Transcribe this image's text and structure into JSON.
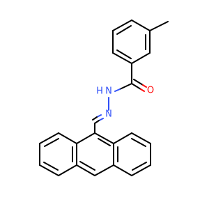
{
  "molecule": {
    "atoms": [
      {
        "symbol": "N",
        "color": "#3050F8"
      },
      {
        "symbol": "H",
        "color": "#3050F8"
      },
      {
        "symbol": "N",
        "color": "#3050F8"
      },
      {
        "symbol": "O",
        "color": "#FF0D0D"
      }
    ]
  },
  "colors": {
    "bond": "#000000",
    "nitrogen": "#3050F8",
    "oxygen": "#FF0D0D",
    "background": "#ffffff"
  }
}
